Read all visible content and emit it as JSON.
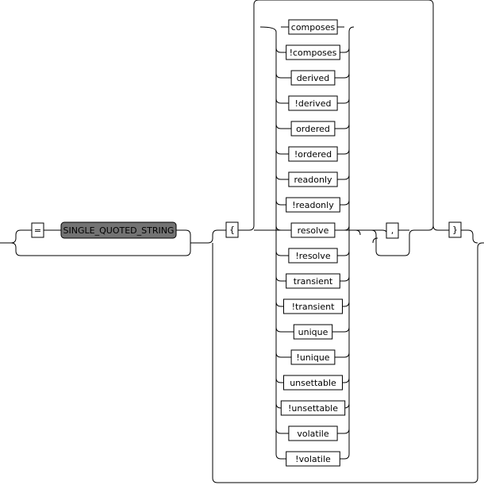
{
  "diagram": {
    "equals": "=",
    "nonterminal": "SINGLE_QUOTED_STRING",
    "open_brace": "{",
    "comma": ",",
    "close_brace": "}",
    "options": [
      "composes",
      "!composes",
      "derived",
      "!derived",
      "ordered",
      "!ordered",
      "readonly",
      "!readonly",
      "resolve",
      "!resolve",
      "transient",
      "!transient",
      "unique",
      "!unique",
      "unsettable",
      "!unsettable",
      "volatile",
      "!volatile"
    ]
  }
}
